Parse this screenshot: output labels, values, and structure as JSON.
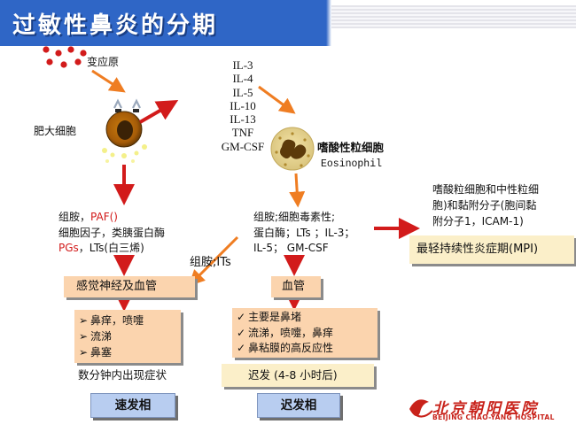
{
  "title": "过敏性鼻炎的分期",
  "allergen": {
    "label": "变应原"
  },
  "mast_cell": {
    "label": "肥大细胞"
  },
  "mediators": [
    "IL-3",
    "IL-4",
    "IL-5",
    "IL-10",
    "IL-13",
    "TNF",
    "GM-CSF"
  ],
  "eosinophil": {
    "label": "嗜酸性粒细胞",
    "sublabel": "Eosinophil"
  },
  "early_mediators": {
    "line1_a": "组胺，",
    "line1_b": "PAF()",
    "line2": "细胞因子，类胰蛋白酶",
    "line3_a": "PGs",
    "line3_b": "，LTs(白三烯)"
  },
  "late_mediators": {
    "line1": "组胺;细胞毒素性;",
    "line2": "蛋白酶；LTs ；IL-3；",
    "line3": "IL-5； GM-CSF"
  },
  "its_label": "组胺;ITs",
  "sensory_box": "感觉神经及血管",
  "vessel_box": "血管",
  "mechanism": {
    "line1": "嗜酸粒细胞和中性粒细",
    "line2": "胞)和黏附分子(胞间黏",
    "line3": "附分子1，ICAM-1)"
  },
  "mpi_box": "最轻持续性炎症期(MPI)",
  "early_symptoms": [
    "鼻痒，喷嚏",
    "流涕",
    "鼻塞"
  ],
  "late_symptoms": [
    "主要是鼻堵",
    "流涕，喷嚏，鼻痒",
    "鼻粘膜的高反应性"
  ],
  "early_onset": "数分钟内出现症状",
  "late_onset": "迟发 (4-8 小时后)",
  "early_phase": "速发相",
  "late_phase": "迟发相",
  "hospital_logo": {
    "name": "北京朝阳医院",
    "sub": "BEIJING CHAO-YANG HOSPITAL"
  },
  "colors": {
    "title_bg": "#2f66c6",
    "red": "#d21b1b",
    "orange": "#ef7d22",
    "peach": "#fbd4ae",
    "cream": "#fbefc9",
    "phase_btn": "#b8cdf0"
  }
}
